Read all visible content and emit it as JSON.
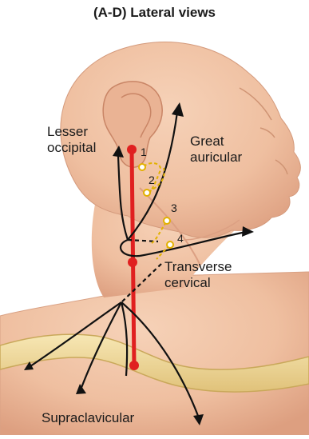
{
  "title": "(A-D) Lateral views",
  "labels": {
    "lesser_occipital": [
      "Lesser",
      "occipital"
    ],
    "great_auricular": [
      "Great",
      "auricular"
    ],
    "transverse_cervical": [
      "Transverse",
      "cervical"
    ],
    "supraclavicular": "Supraclavicular"
  },
  "injection_points": [
    "1",
    "2",
    "3",
    "4"
  ],
  "colors": {
    "skin": "#f2c4a6",
    "skin_shadow": "#d99c7d",
    "clavicle": "#f1dc9a",
    "marker_line": "#e02020",
    "nerve": "#111111",
    "needle": "#e2b100"
  }
}
